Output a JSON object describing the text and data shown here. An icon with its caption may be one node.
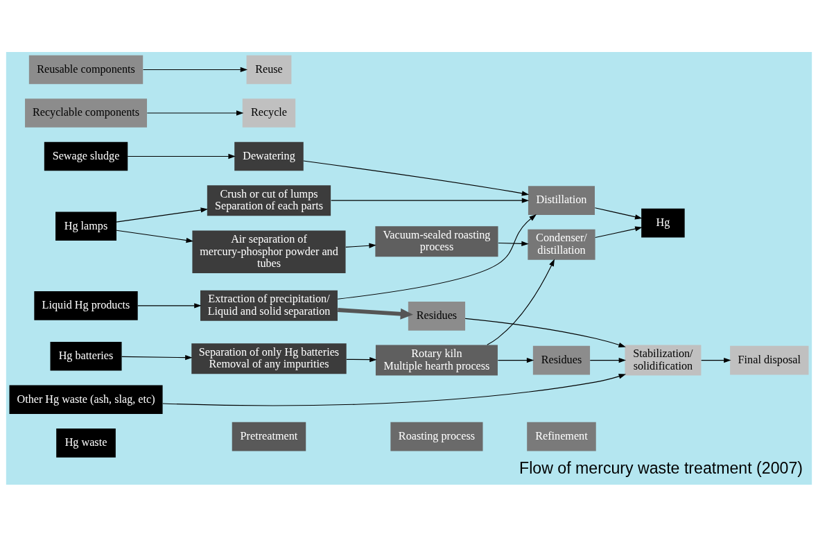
{
  "diagram": {
    "caption": "Flow of mercury waste treatment (2007)",
    "nodes": [
      {
        "text": [
          "Hg waste"
        ]
      },
      {
        "text": [
          "Pretreatment"
        ]
      },
      {
        "text": [
          "Roasting process"
        ]
      },
      {
        "text": [
          "Refinement"
        ]
      },
      {
        "text": [
          "Hg lamps"
        ]
      },
      {
        "text": [
          "Sewage sludge"
        ]
      },
      {
        "text": [
          "Hg batteries"
        ]
      },
      {
        "text": [
          "Liquid Hg products"
        ]
      },
      {
        "text": [
          "Other Hg waste (ash, slag, etc)"
        ]
      },
      {
        "text": [
          "Air separation of mercury-phosphor powder and tubes"
        ]
      },
      {
        "text": [
          "Crush or cut of lumps",
          "Separation of each parts"
        ]
      },
      {
        "text": [
          "Dewatering"
        ]
      },
      {
        "text": [
          "Separation of only Hg batteries",
          "Removal of any impurities"
        ]
      },
      {
        "text": [
          "Extraction of precipitation/ Liquid and solid separation"
        ]
      },
      {
        "text": [
          "Vacuum-sealed roasting process"
        ]
      },
      {
        "text": [
          "Rotary kiln",
          "Multiple hearth process"
        ]
      },
      {
        "text": [
          "Condenser/ distillation"
        ]
      },
      {
        "text": [
          "Distillation"
        ]
      },
      {
        "text": [
          "Hg"
        ]
      },
      {
        "text": [
          "Recyclable components"
        ]
      },
      {
        "text": [
          "Reusable components"
        ]
      },
      {
        "text": [
          "Residues"
        ]
      },
      {
        "text": [
          "Recycle"
        ]
      },
      {
        "text": [
          "Reuse"
        ]
      },
      {
        "text": [
          "Stabilization/ solidification"
        ]
      },
      {
        "text": [
          "Final disposal"
        ]
      },
      {
        "text": [
          "Residues"
        ]
      }
    ],
    "edges": [
      {
        "from": 4,
        "to": 9,
        "arrow": "to"
      },
      {
        "from": 4,
        "to": 10,
        "arrow": "to"
      },
      {
        "from": 5,
        "to": 11,
        "arrow": "to"
      },
      {
        "from": 6,
        "to": 12,
        "arrow": "to"
      },
      {
        "from": 7,
        "to": 13,
        "arrow": "to"
      },
      {
        "from": 9,
        "to": 14,
        "arrow": "to"
      },
      {
        "from": 14,
        "to": 16,
        "arrow": "to"
      },
      {
        "from": 12,
        "to": 15,
        "arrow": "to"
      },
      {
        "from": 15,
        "to": 16,
        "arrow": "to"
      },
      {
        "from": 10,
        "to": 17,
        "arrow": "to"
      },
      {
        "from": 11,
        "to": 17,
        "arrow": "to"
      },
      {
        "from": 13,
        "to": 17,
        "arrow": "to"
      },
      {
        "from": 16,
        "to": 18,
        "arrow": "to"
      },
      {
        "from": 17,
        "to": 18,
        "arrow": "to"
      },
      {
        "from": 15,
        "to": 26,
        "arrow": "to"
      },
      {
        "from": 26,
        "to": 24,
        "arrow": "to"
      },
      {
        "from": 19,
        "to": 22,
        "arrow": "to"
      },
      {
        "from": 20,
        "to": 23,
        "arrow": "to"
      },
      {
        "from": 21,
        "to": 24,
        "arrow": "to"
      },
      {
        "from": 8,
        "to": 24,
        "arrow": "to"
      },
      {
        "from": 24,
        "to": 25,
        "arrow": "to"
      },
      {
        "from": 13,
        "to": 21,
        "arrow": "to",
        "style": "thick",
        "color": "#555555"
      }
    ]
  }
}
